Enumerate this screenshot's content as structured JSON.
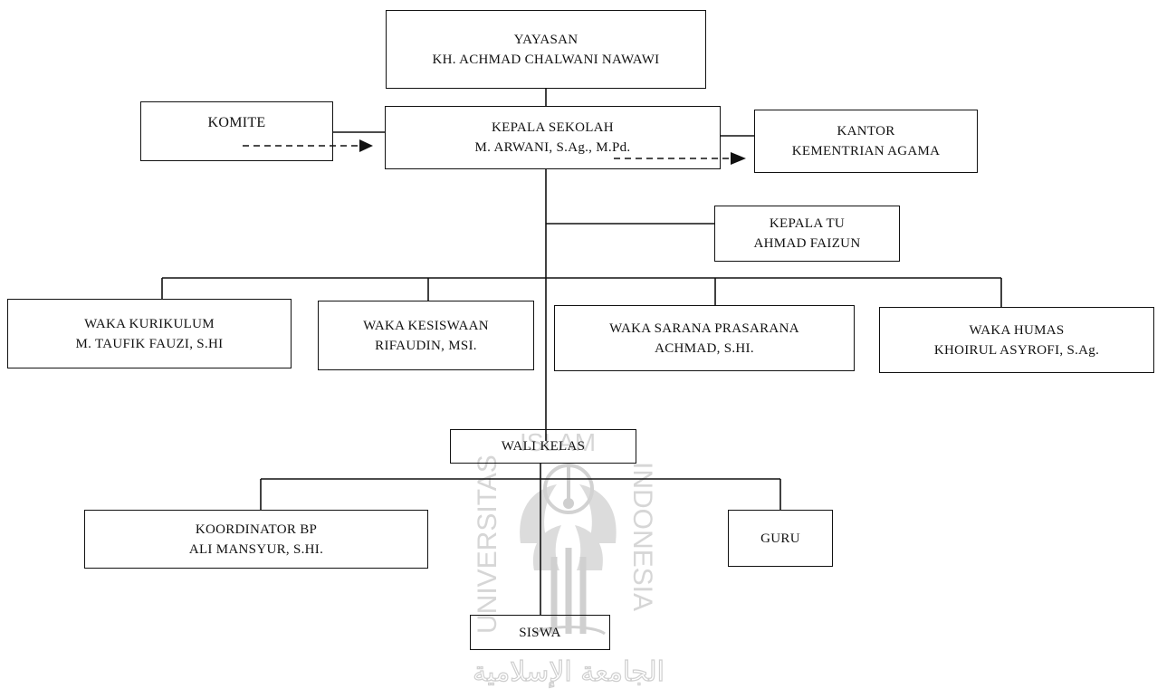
{
  "nodes": {
    "yayasan": {
      "line1": "YAYASAN",
      "line2": "KH. ACHMAD CHALWANI NAWAWI"
    },
    "komite": {
      "line1": "KOMITE"
    },
    "kepala_sekolah": {
      "line1": "KEPALA SEKOLAH",
      "line2": "M. ARWANI, S.Ag., M.Pd."
    },
    "kantor_kemenag": {
      "line1": "KANTOR",
      "line2": "KEMENTRIAN AGAMA"
    },
    "kepala_tu": {
      "line1": "KEPALA TU",
      "line2": "AHMAD FAIZUN"
    },
    "waka_kurikulum": {
      "line1": "WAKA KURIKULUM",
      "line2": "M. TAUFIK FAUZI, S.HI"
    },
    "waka_kesiswaan": {
      "line1": "WAKA KESISWAAN",
      "line2": "RIFAUDIN, MSI."
    },
    "waka_sarpras": {
      "line1": "WAKA SARANA PRASARANA",
      "line2": "ACHMAD, S.HI."
    },
    "waka_humas": {
      "line1": "WAKA HUMAS",
      "line2": "KHOIRUL ASYROFI, S.Ag."
    },
    "wali_kelas": {
      "line1": "WALI KELAS"
    },
    "koordinator_bp": {
      "line1": "KOORDINATOR BP",
      "line2": "ALI MANSYUR, S.HI."
    },
    "guru": {
      "line1": "GURU"
    },
    "siswa": {
      "line1": "SISWA"
    }
  },
  "watermark": {
    "left_text": "UNIVERSITAS",
    "top_text": "ISLAM",
    "right_text": "INDONESIA",
    "arabic_text": "الجامعة الإسلامية",
    "color": "#cfcfcf"
  },
  "colors": {
    "line": "#111111",
    "text": "#111111"
  }
}
